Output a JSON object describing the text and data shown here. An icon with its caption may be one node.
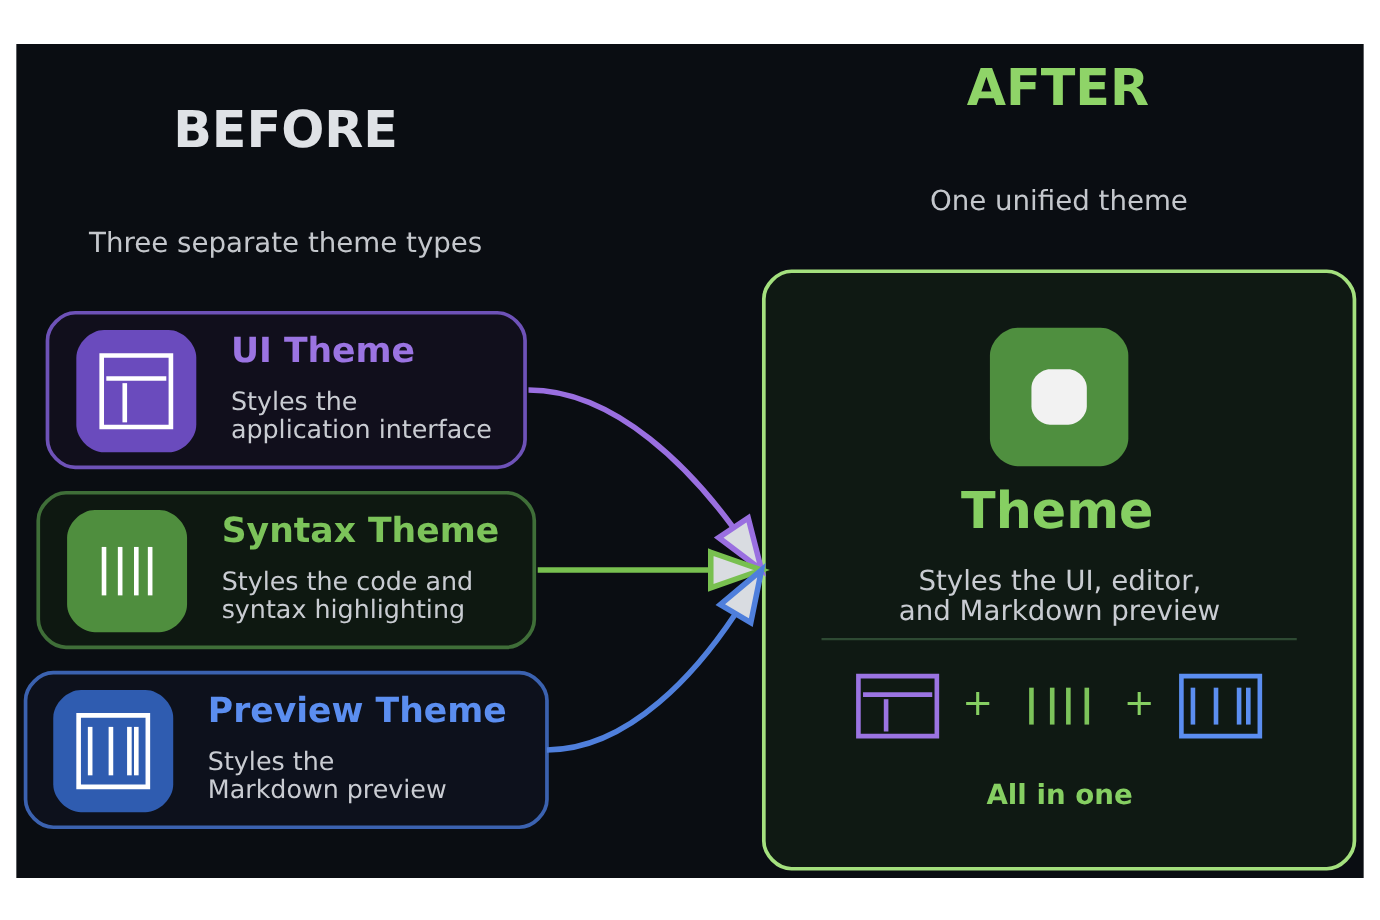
{
  "diagram": {
    "nodes": [
      {
        "text": [
          "UI Theme",
          "Styles the application interface"
        ]
      },
      {
        "text": [
          "Syntax Theme",
          "Styles the code and syntax highlighting"
        ]
      },
      {
        "text": [
          "Preview Theme",
          "Styles the Markdown preview"
        ]
      },
      {
        "text": [
          "Theme",
          "Styles the UI, editor, and Markdown preview",
          "+",
          "+",
          "All in one"
        ]
      }
    ],
    "edges": [
      {
        "from": 0,
        "to": 3,
        "arrow": "to",
        "color": "#9a6fe0"
      },
      {
        "from": 1,
        "to": 3,
        "arrow": "to",
        "color": "#78c050"
      },
      {
        "from": 2,
        "to": 3,
        "arrow": "to",
        "color": "#4f7fdc"
      }
    ],
    "labels": [
      "BEFORE",
      "Three separate theme types",
      "AFTER",
      "One unified theme"
    ]
  }
}
